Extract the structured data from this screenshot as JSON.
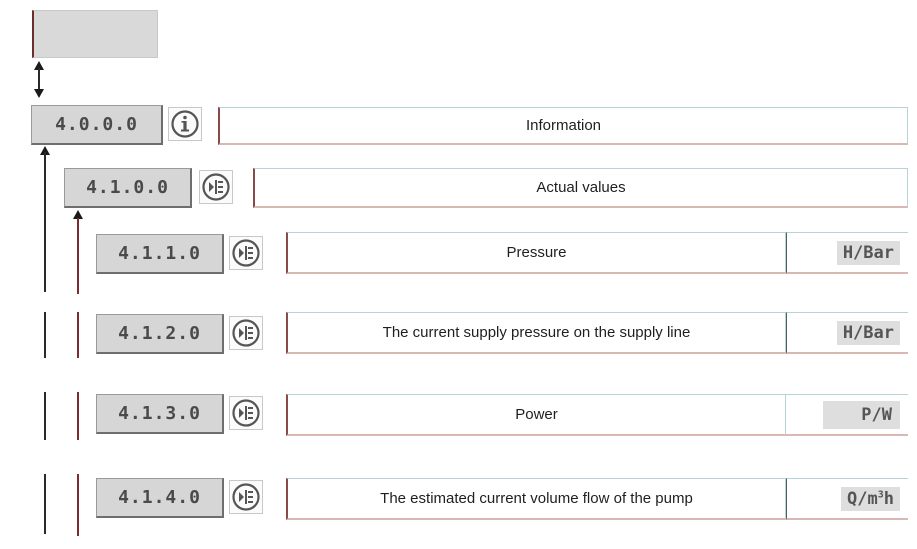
{
  "menu": {
    "root": {
      "code": "4.0.0.0",
      "icon": "info-icon",
      "label": "Information"
    },
    "sub": {
      "code": "4.1.0.0",
      "icon": "list-arrow-icon",
      "label": "Actual values"
    },
    "items": [
      {
        "code": "4.1.1.0",
        "icon": "list-arrow-icon",
        "label": "Pressure",
        "unit": "H/Bar"
      },
      {
        "code": "4.1.2.0",
        "icon": "list-arrow-icon",
        "label": "The current supply pressure on the supply line",
        "unit": "H/Bar"
      },
      {
        "code": "4.1.3.0",
        "icon": "list-arrow-icon",
        "label": "Power",
        "unit": "P/W"
      },
      {
        "code": "4.1.4.0",
        "icon": "list-arrow-icon",
        "label": "The estimated current volume flow of the pump",
        "unit_main": "Q/m",
        "unit_sup": "3",
        "unit_tail": "h"
      }
    ]
  },
  "colors": {
    "code_bg": "#d6d6d6",
    "line": "#2a2a2a",
    "accent_line": "#7a2c2c",
    "label_border": "#b6d4d8"
  }
}
